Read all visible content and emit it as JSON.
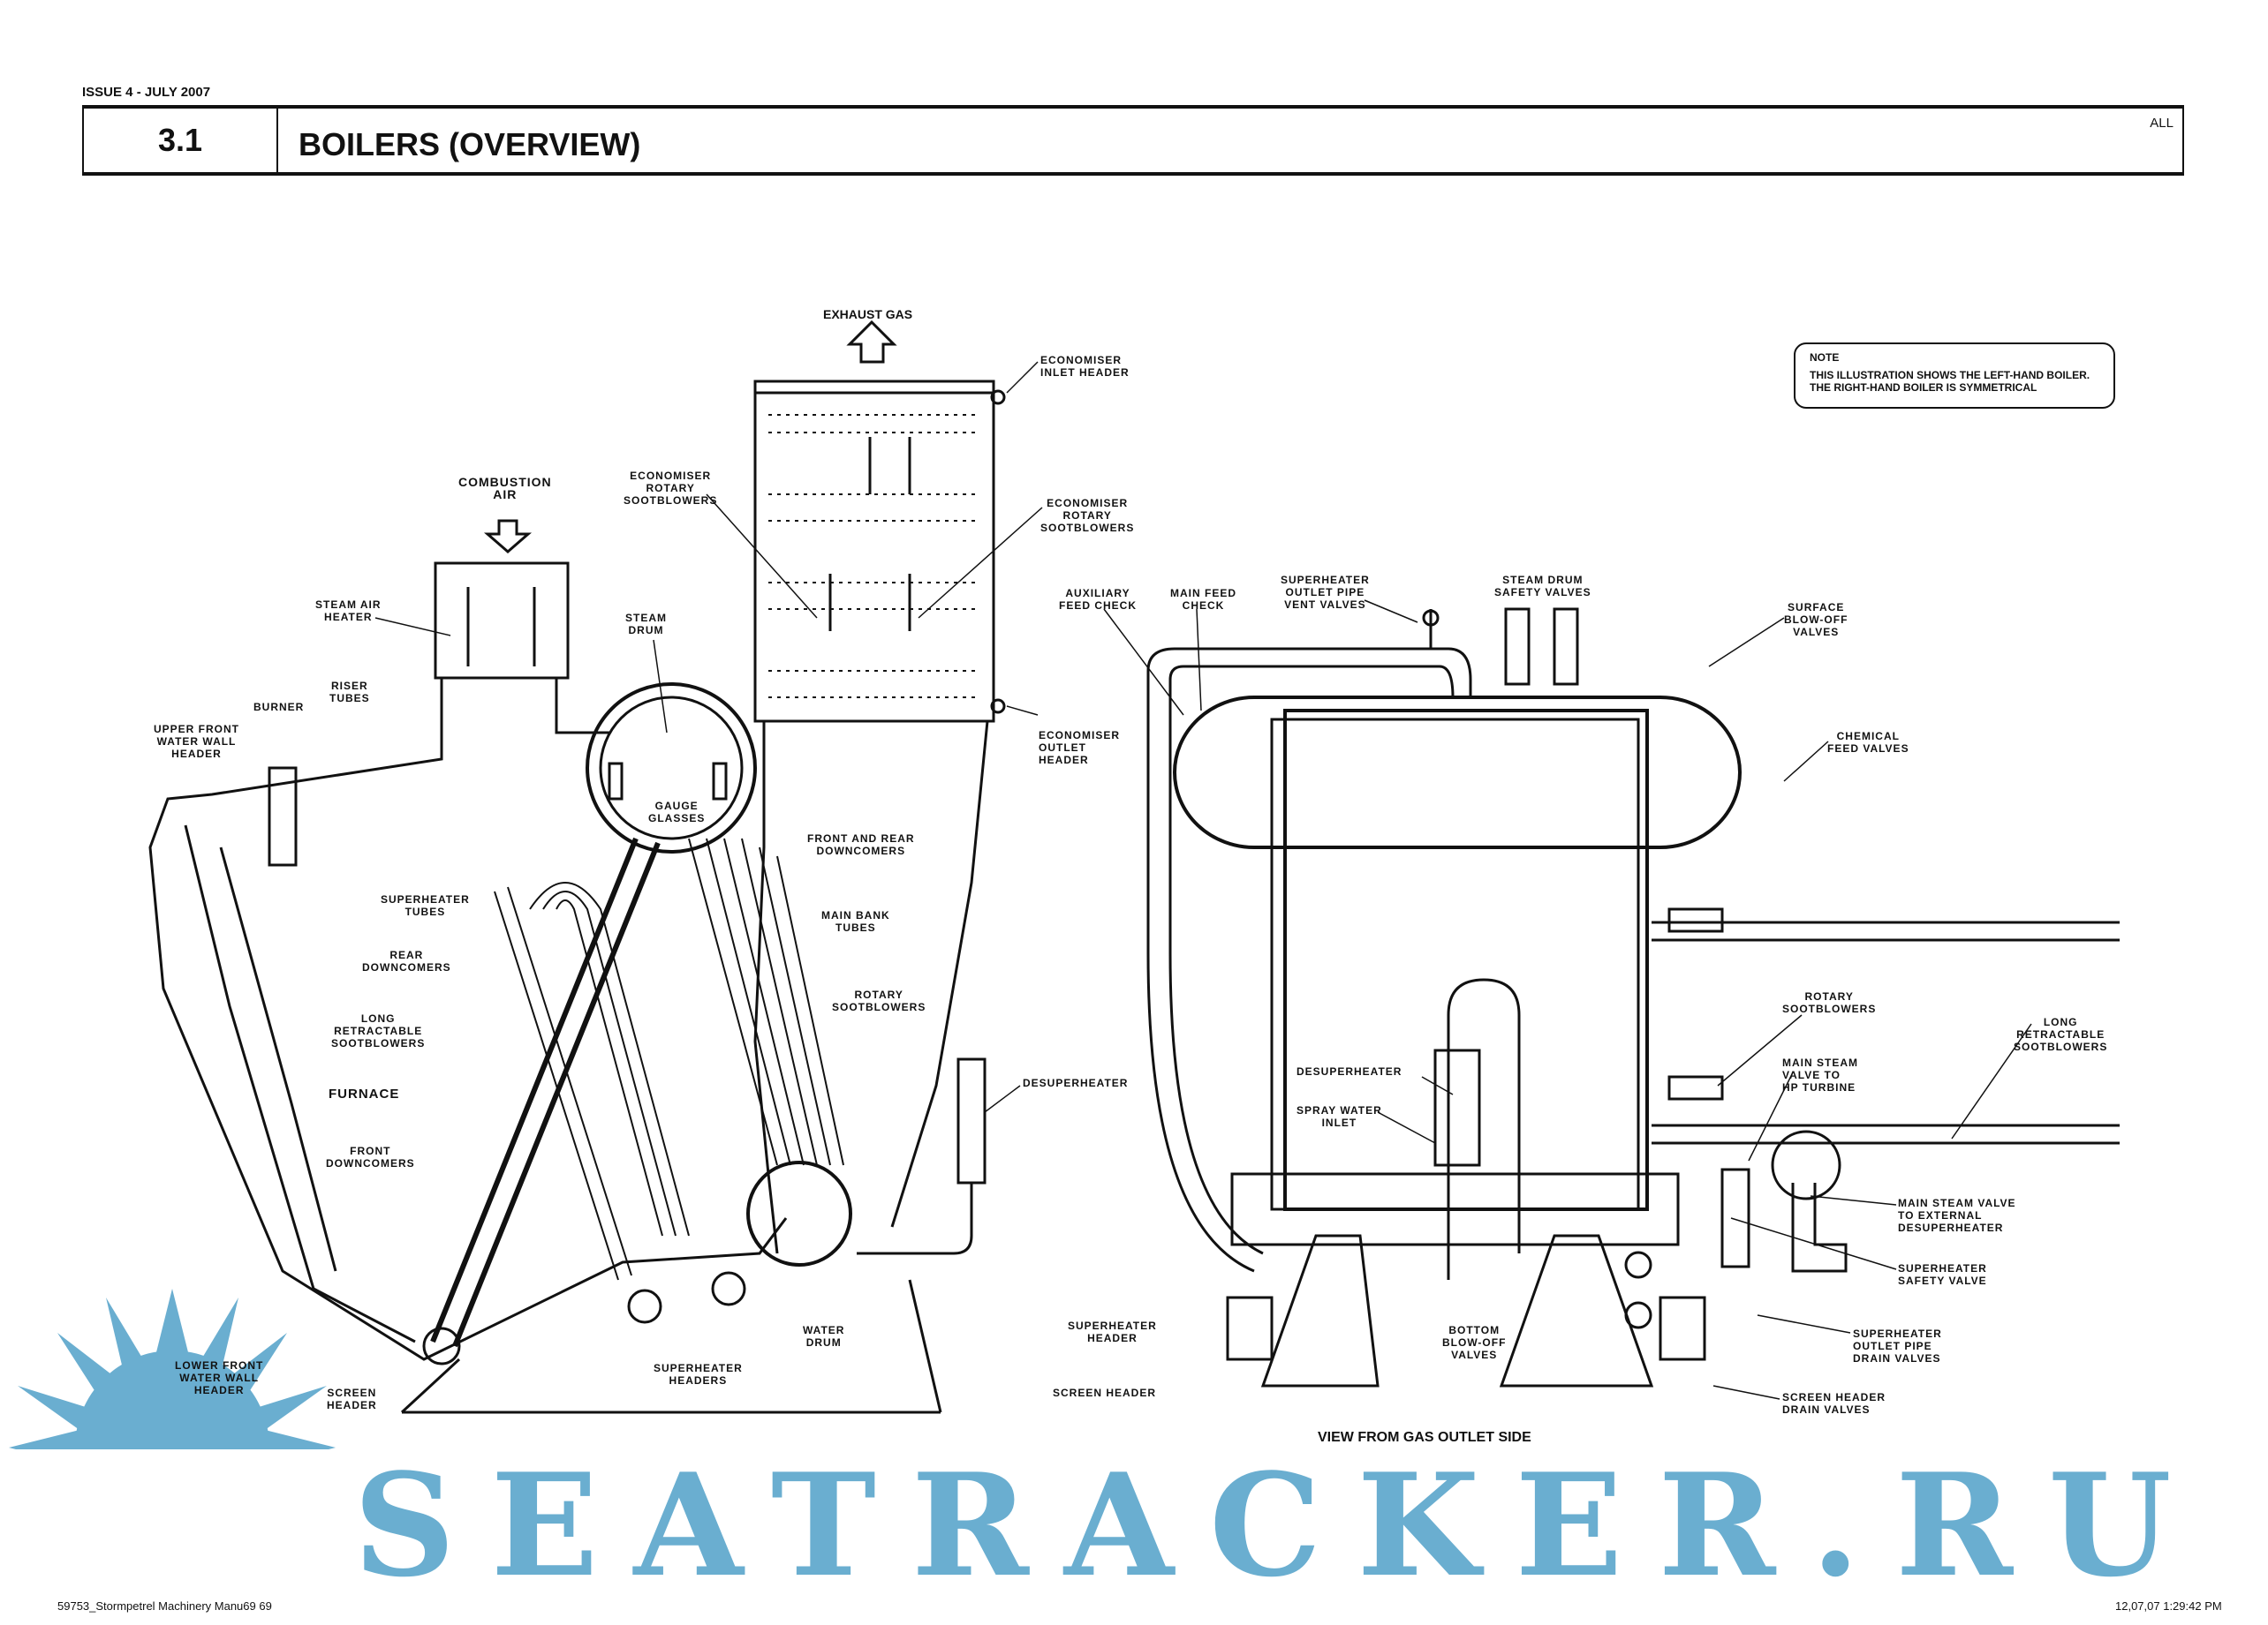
{
  "header": {
    "issue": "ISSUE 4 - JULY 2007",
    "section_number": "3.1",
    "title": "BOILERS (OVERVIEW)",
    "applicability": "ALL"
  },
  "note": {
    "title": "NOTE",
    "text": "THIS ILLUSTRATION SHOWS THE LEFT-HAND BOILER.\nTHE RIGHT-HAND BOILER IS SYMMETRICAL"
  },
  "left_view_labels": {
    "exhaust_gas": "EXHAUST GAS",
    "economiser_inlet_header": "ECONOMISER\nINLET HEADER",
    "economiser_sootblowers_a": "ECONOMISER\nROTARY\nSOOTBLOWERS",
    "economiser_sootblowers_b": "ECONOMISER\nROTARY\nSOOTBLOWERS",
    "combustion_air": "COMBUSTION\nAIR",
    "steam_air_heater": "STEAM AIR\nHEATER",
    "steam_drum": "STEAM\nDRUM",
    "riser_tubes": "RISER\nTUBES",
    "burner": "BURNER",
    "upper_front_water_wall_header": "UPPER FRONT\nWATER WALL\nHEADER",
    "economiser_outlet_header": "ECONOMISER\nOUTLET\nHEADER",
    "gauge_glasses": "GAUGE\nGLASSES",
    "front_and_rear_downcomers": "FRONT AND REAR\nDOWNCOMERS",
    "superheater_tubes": "SUPERHEATER\nTUBES",
    "main_bank_tubes": "MAIN BANK\nTUBES",
    "rear_downcomers": "REAR\nDOWNCOMERS",
    "rotary_sootblowers": "ROTARY\nSOOTBLOWERS",
    "long_retractable_sootblowers": "LONG\nRETRACTABLE\nSOOTBLOWERS",
    "desuperheater": "DESUPERHEATER",
    "furnace": "FURNACE",
    "front_downcomers": "FRONT\nDOWNCOMERS",
    "water_drum": "WATER\nDRUM",
    "superheater_headers": "SUPERHEATER\nHEADERS",
    "lower_front_water_wall_header": "LOWER FRONT\nWATER WALL\nHEADER",
    "screen_header": "SCREEN\nHEADER"
  },
  "right_view_labels": {
    "auxiliary_feed_check": "AUXILIARY\nFEED CHECK",
    "main_feed_check": "MAIN FEED\nCHECK",
    "superheater_outlet_pipe_vent_valves": "SUPERHEATER\nOUTLET PIPE\nVENT VALVES",
    "steam_drum_safety_valves": "STEAM DRUM\nSAFETY VALVES",
    "surface_blow_off_valves": "SURFACE\nBLOW-OFF\nVALVES",
    "chemical_feed_valves": "CHEMICAL\nFEED VALVES",
    "rotary_sootblowers": "ROTARY\nSOOTBLOWERS",
    "long_retractable_sootblowers": "LONG\nRETRACTABLE\nSOOTBLOWERS",
    "main_steam_valve_hp": "MAIN STEAM\nVALVE TO\nHP TURBINE",
    "desuperheater": "DESUPERHEATER",
    "spray_water_inlet": "SPRAY WATER\nINLET",
    "main_steam_valve_external": "MAIN STEAM VALVE\nTO EXTERNAL\nDESUPERHEATER",
    "superheater_safety_valve": "SUPERHEATER\nSAFETY VALVE",
    "superheater_header": "SUPERHEATER\nHEADER",
    "bottom_blow_off_valves": "BOTTOM\nBLOW-OFF\nVALVES",
    "superheater_outlet_pipe_drain_valves": "SUPERHEATER\nOUTLET PIPE\nDRAIN VALVES",
    "screen_header": "SCREEN HEADER",
    "screen_header_drain_valves": "SCREEN HEADER\nDRAIN VALVES",
    "view_caption": "VIEW FROM GAS OUTLET SIDE"
  },
  "watermark": {
    "text": "SEATRACKER.RU",
    "color": "#6aaed0"
  },
  "footer": {
    "file": "59753_Stormpetrel Machinery Manu69  69",
    "timestamp": "12,07,07  1:29:42 PM"
  }
}
